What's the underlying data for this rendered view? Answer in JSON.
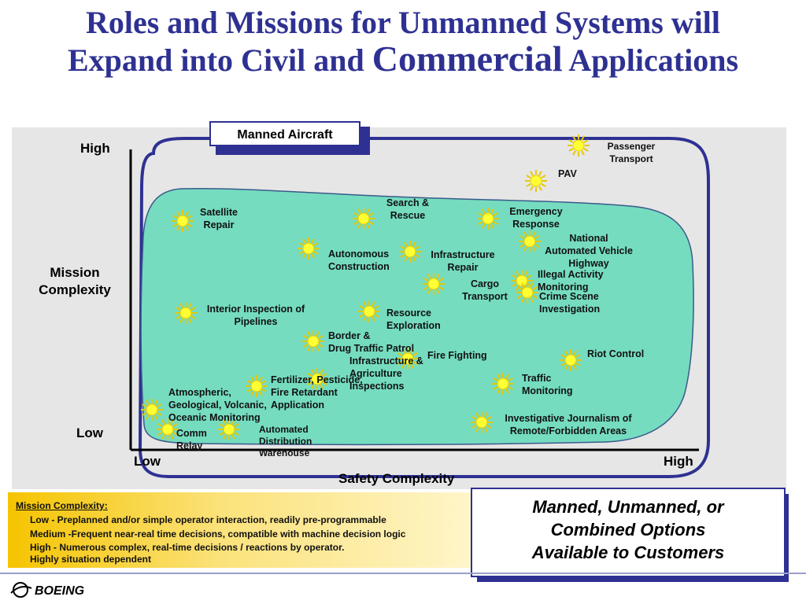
{
  "title": {
    "line1": "Roles and Missions for Unmanned Systems will",
    "line2_a": "Expand into Civil and ",
    "line2_big": "Commercial",
    "line2_b": " Applications"
  },
  "manned_aircraft_label": "Manned Aircraft",
  "axes": {
    "y_high": "High",
    "y_low": "Low",
    "y_title_1": "Mission",
    "y_title_2": "Complexity",
    "x_low": "Low",
    "x_high": "High",
    "x_title": "Safety Complexity"
  },
  "missions": {
    "passenger_1": "Passenger",
    "passenger_2": "Transport",
    "pav": "PAV",
    "search_1": "Search &",
    "search_2": "Rescue",
    "emergency_1": "Emergency",
    "emergency_2": "Response",
    "satellite_1": "Satellite",
    "satellite_2": "Repair",
    "nahs_1": "National",
    "nahs_2": "Automated Vehicle",
    "nahs_3": "Highway",
    "auto_con_1": "Autonomous",
    "auto_con_2": "Construction",
    "infra_repair_1": "Infrastructure",
    "infra_repair_2": "Repair",
    "illegal_1": "Illegal Activity",
    "illegal_2": "Monitoring",
    "cargo_1": "Cargo",
    "cargo_2": "Transport",
    "crime_1": "Crime Scene",
    "crime_2": "Investigation",
    "interior_1": "Interior Inspection of",
    "interior_2": "Pipelines",
    "resource_1": "Resource",
    "resource_2": "Exploration",
    "border_1": "Border &",
    "border_2": "Drug Traffic Patrol",
    "infra_ag_1": "Infrastructure &",
    "infra_ag_2": "Agriculture",
    "infra_ag_3": "Inspections",
    "fire": "Fire Fighting",
    "riot": "Riot Control",
    "fert_1": "Fertilizer, Pesticide,",
    "fert_2": "Fire Retardant",
    "fert_3": "Application",
    "traffic_1": "Traffic",
    "traffic_2": "Monitoring",
    "atmo_1": "Atmospheric,",
    "atmo_2": "Geological, Volcanic,",
    "atmo_3": "Oceanic Monitoring",
    "invest_1": "Investigative Journalism of",
    "invest_2": "Remote/Forbidden Areas",
    "comm_1": "Comm",
    "comm_2": "Relay",
    "adw_1": "Automated",
    "adw_2": "Distribution",
    "adw_3": "Warehouse"
  },
  "legend": {
    "heading": "Mission Complexity:",
    "low": "Low - Preplanned and/or simple operator interaction, readily pre-programmable",
    "medium": "Medium -Frequent near-real time decisions, compatible with machine decision logic",
    "high": "High - Numerous complex, real-time decisions / reactions by operator.",
    "high_2": "Highly situation dependent"
  },
  "callout": {
    "line1": "Manned, Unmanned, or",
    "line2": "Combined Options",
    "line3": "Available to Customers"
  },
  "brand": {
    "logo": "BOEING"
  },
  "colors": {
    "title": "#2e3192",
    "manned_outline": "#2e3192",
    "unmanned_fill": "#75dcc0",
    "sun_fill": "#ffff33",
    "sun_rays": "#e8c800",
    "legend_gold": "#f5c400"
  }
}
